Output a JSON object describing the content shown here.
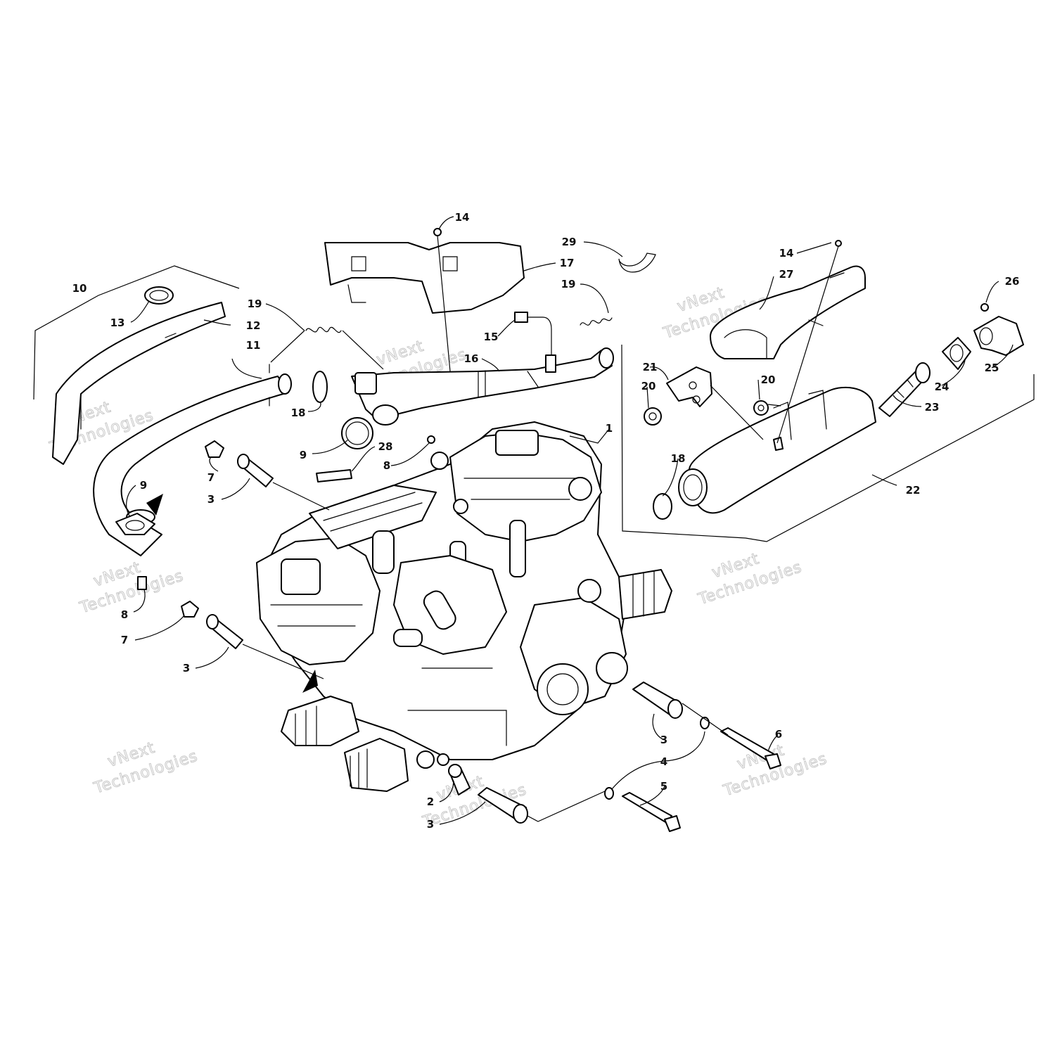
{
  "callouts": {
    "c1": "1",
    "c2": "2",
    "c3a": "3",
    "c3b": "3",
    "c3c": "3",
    "c3d": "3",
    "c4": "4",
    "c5": "5",
    "c6": "6",
    "c7a": "7",
    "c7b": "7",
    "c8a": "8",
    "c8b": "8",
    "c9a": "9",
    "c9b": "9",
    "c10": "10",
    "c11": "11",
    "c12": "12",
    "c13": "13",
    "c14a": "14",
    "c14b": "14",
    "c15": "15",
    "c16": "16",
    "c17": "17",
    "c18a": "18",
    "c18b": "18",
    "c19a": "19",
    "c19b": "19",
    "c20a": "20",
    "c20b": "20",
    "c21": "21",
    "c22": "22",
    "c23": "23",
    "c24": "24",
    "c25": "25",
    "c26": "26",
    "c27": "27",
    "c28": "28",
    "c29": "29"
  },
  "watermark": {
    "line1": "vNext",
    "line2": "Technologies"
  },
  "colors": {
    "ink": "#000000",
    "watermark": "#c8c8c8",
    "background": "#ffffff"
  }
}
